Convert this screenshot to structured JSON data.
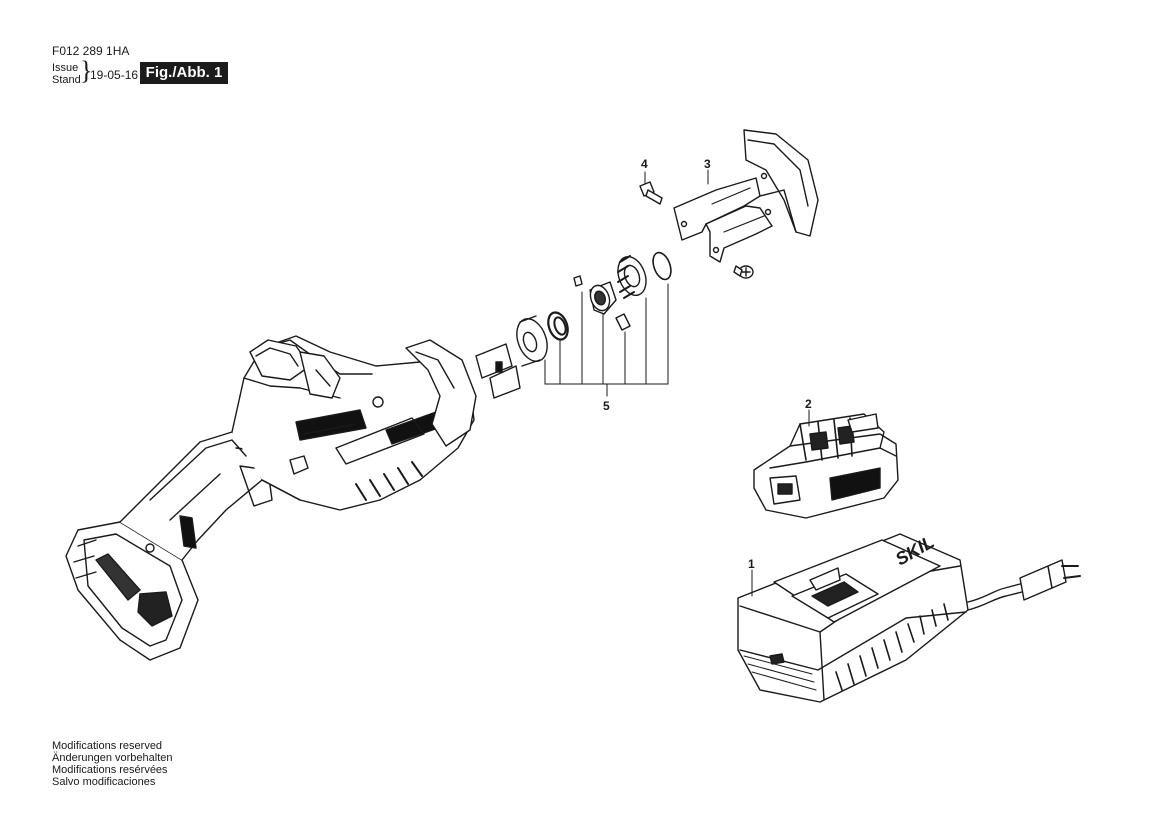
{
  "header": {
    "code": "F012 289 1HA",
    "issue_label": "Issue",
    "stand_label": "Stand",
    "brace": "}",
    "date": "19-05-16",
    "figure_label": "Fig./Abb. 1"
  },
  "callouts": {
    "c1": "1",
    "c2": "2",
    "c3": "3",
    "c4": "4",
    "c5": "5"
  },
  "charger_brand": "SKIL",
  "footer": {
    "line1": "Modifications reserved",
    "line2": "Änderungen vorbehalten",
    "line3": "Modifications resérvées",
    "line4": "Salvo modificaciones"
  }
}
